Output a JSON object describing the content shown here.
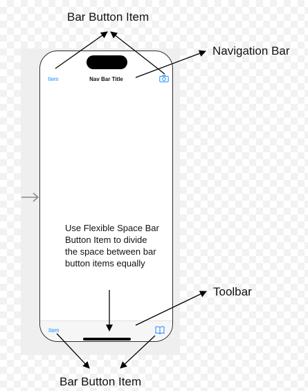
{
  "labels": {
    "top_bar_button_item": "Bar Button Item",
    "navigation_bar": "Navigation Bar",
    "toolbar": "Toolbar",
    "bottom_bar_button_item": "Bar Button Item",
    "flexible_space_note": "Use Flexible Space Bar Button Item to divide the space between bar button items equally"
  },
  "phone": {
    "nav_bar": {
      "left_item": "Item",
      "title": "Nav Bar Title",
      "right_icon": "camera-icon"
    },
    "toolbar": {
      "left_item": "Item",
      "right_icon": "book-icon"
    }
  },
  "colors": {
    "accent": "#1a8cff",
    "arrow": "#000000",
    "entry_arrow": "#8a8a8a"
  }
}
